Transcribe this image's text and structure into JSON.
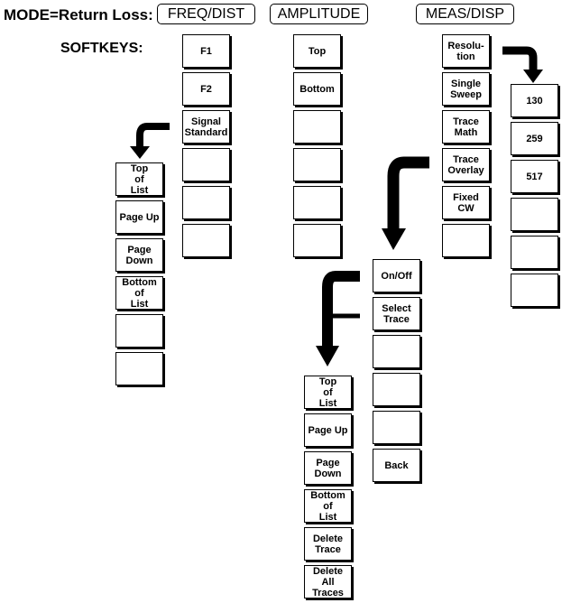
{
  "mode_label": "MODE=Return Loss:",
  "softkeys_label": "SOFTKEYS:",
  "tabs": [
    "FREQ/DIST",
    "AMPLITUDE",
    "MEAS/DISP"
  ],
  "freq_dist_keys": [
    "F1",
    "F2",
    "Signal\nStandard",
    "",
    "",
    ""
  ],
  "signal_standard_keys": [
    "Top\nof\nList",
    "Page Up",
    "Page\nDown",
    "Bottom\nof\nList",
    "",
    ""
  ],
  "amplitude_keys": [
    "Top",
    "Bottom",
    "",
    "",
    "",
    ""
  ],
  "meas_disp_keys": [
    "Resolu-\ntion",
    "Single\nSweep",
    "Trace\nMath",
    "Trace\nOverlay",
    "Fixed\nCW",
    ""
  ],
  "resolution_keys": [
    "130",
    "259",
    "517",
    "",
    "",
    ""
  ],
  "trace_overlay_keys": [
    "On/Off",
    "Select\nTrace",
    "",
    "",
    "",
    "Back"
  ],
  "select_trace_keys": [
    "Top\nof\nList",
    "Page Up",
    "Page\nDown",
    "Bottom\nof\nList",
    "Delete\nTrace",
    "Delete\nAll\nTraces"
  ]
}
